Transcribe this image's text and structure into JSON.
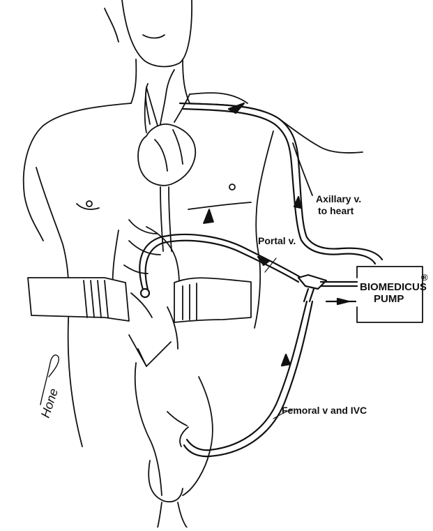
{
  "figure": {
    "labels": {
      "axillary_line1": "Axillary v.",
      "axillary_line2": "to heart",
      "portal": "Portal v.",
      "pump_line1": "BIOMEDICUS",
      "pump_line2": "PUMP",
      "pump_mark": "®",
      "femoral": "Femoral v and IVC",
      "signature": "Hone"
    },
    "colors": {
      "ink": "#111111",
      "paper": "#ffffff",
      "tissue": "#8a8a8a"
    }
  }
}
